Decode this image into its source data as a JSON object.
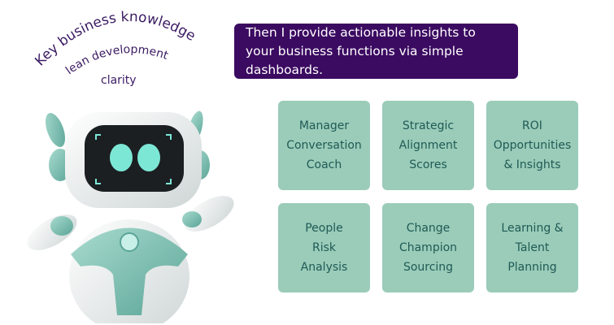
{
  "arc_text": {
    "line1": "Key business knowledge",
    "line2": "lean development",
    "line3": "clarity",
    "color": "#3b1b63"
  },
  "robot": {
    "name": "robot-mascot"
  },
  "banner": {
    "text": "Then I provide actionable insights to your business functions via simple dashboards.",
    "background": "#3b0a61"
  },
  "cards": [
    {
      "label": "Manager\nConversation\nCoach"
    },
    {
      "label": "Strategic\nAlignment\nScores"
    },
    {
      "label": "ROI\nOpportunities\n& Insights"
    },
    {
      "label": "People\nRisk\nAnalysis"
    },
    {
      "label": "Change\nChampion\nSourcing"
    },
    {
      "label": "Learning &\nTalent\nPlanning"
    }
  ],
  "colors": {
    "card_bg": "#9bccb9",
    "card_text": "#1f5a55"
  }
}
